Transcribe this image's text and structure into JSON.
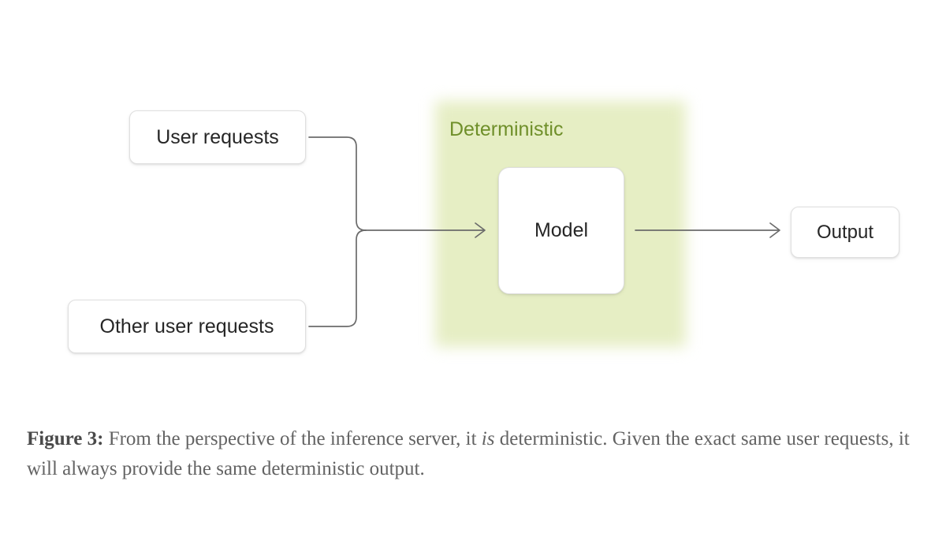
{
  "figure": {
    "diagram": {
      "region": {
        "label": "Deterministic",
        "color": "#6f8f2a",
        "fill": "#e6eec4"
      },
      "nodes": [
        {
          "id": "user-requests",
          "label": "User requests"
        },
        {
          "id": "other-user-requests",
          "label": "Other user requests"
        },
        {
          "id": "model",
          "label": "Model"
        },
        {
          "id": "output",
          "label": "Output"
        }
      ],
      "edges": [
        {
          "from": "user-requests",
          "to": "model",
          "style": "elbow-merge"
        },
        {
          "from": "other-user-requests",
          "to": "model",
          "style": "elbow-merge"
        },
        {
          "from": "model",
          "to": "output",
          "style": "straight-arrow"
        }
      ],
      "line_color": "#6b6b6b"
    },
    "caption": {
      "label": "Figure 3:",
      "text_before_italic": " From the perspective of the inference server, it ",
      "italic": "is",
      "text_after_italic": " deterministic. Given the exact same user requests, it will always provide the same deterministic output."
    }
  }
}
